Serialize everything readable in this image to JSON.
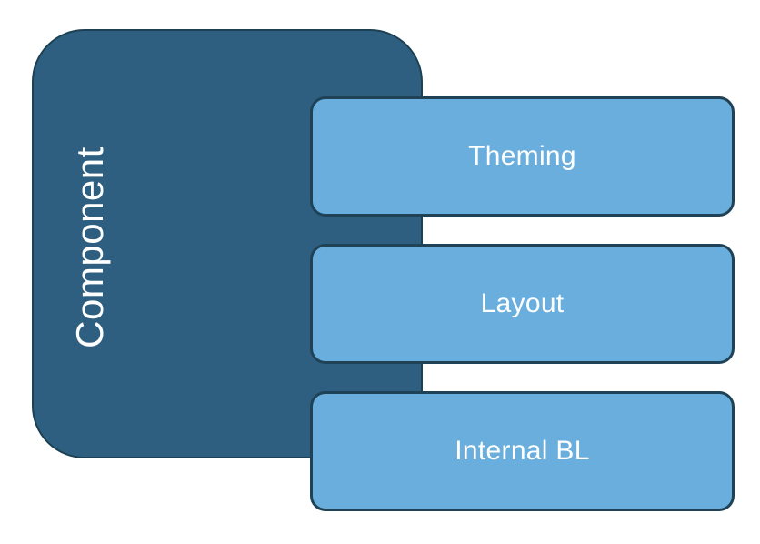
{
  "diagram": {
    "type": "grouped-list-smartart",
    "parent": {
      "label": "Component"
    },
    "children": [
      {
        "label": "Theming"
      },
      {
        "label": "Layout"
      },
      {
        "label": "Internal BL"
      }
    ],
    "colors": {
      "parent_fill": "#2E5F80",
      "parent_border": "#1D4053",
      "child_fill": "#69AEDC",
      "child_border": "#1F4257",
      "text": "#FFFFFF",
      "background": "#FFFFFF"
    }
  }
}
